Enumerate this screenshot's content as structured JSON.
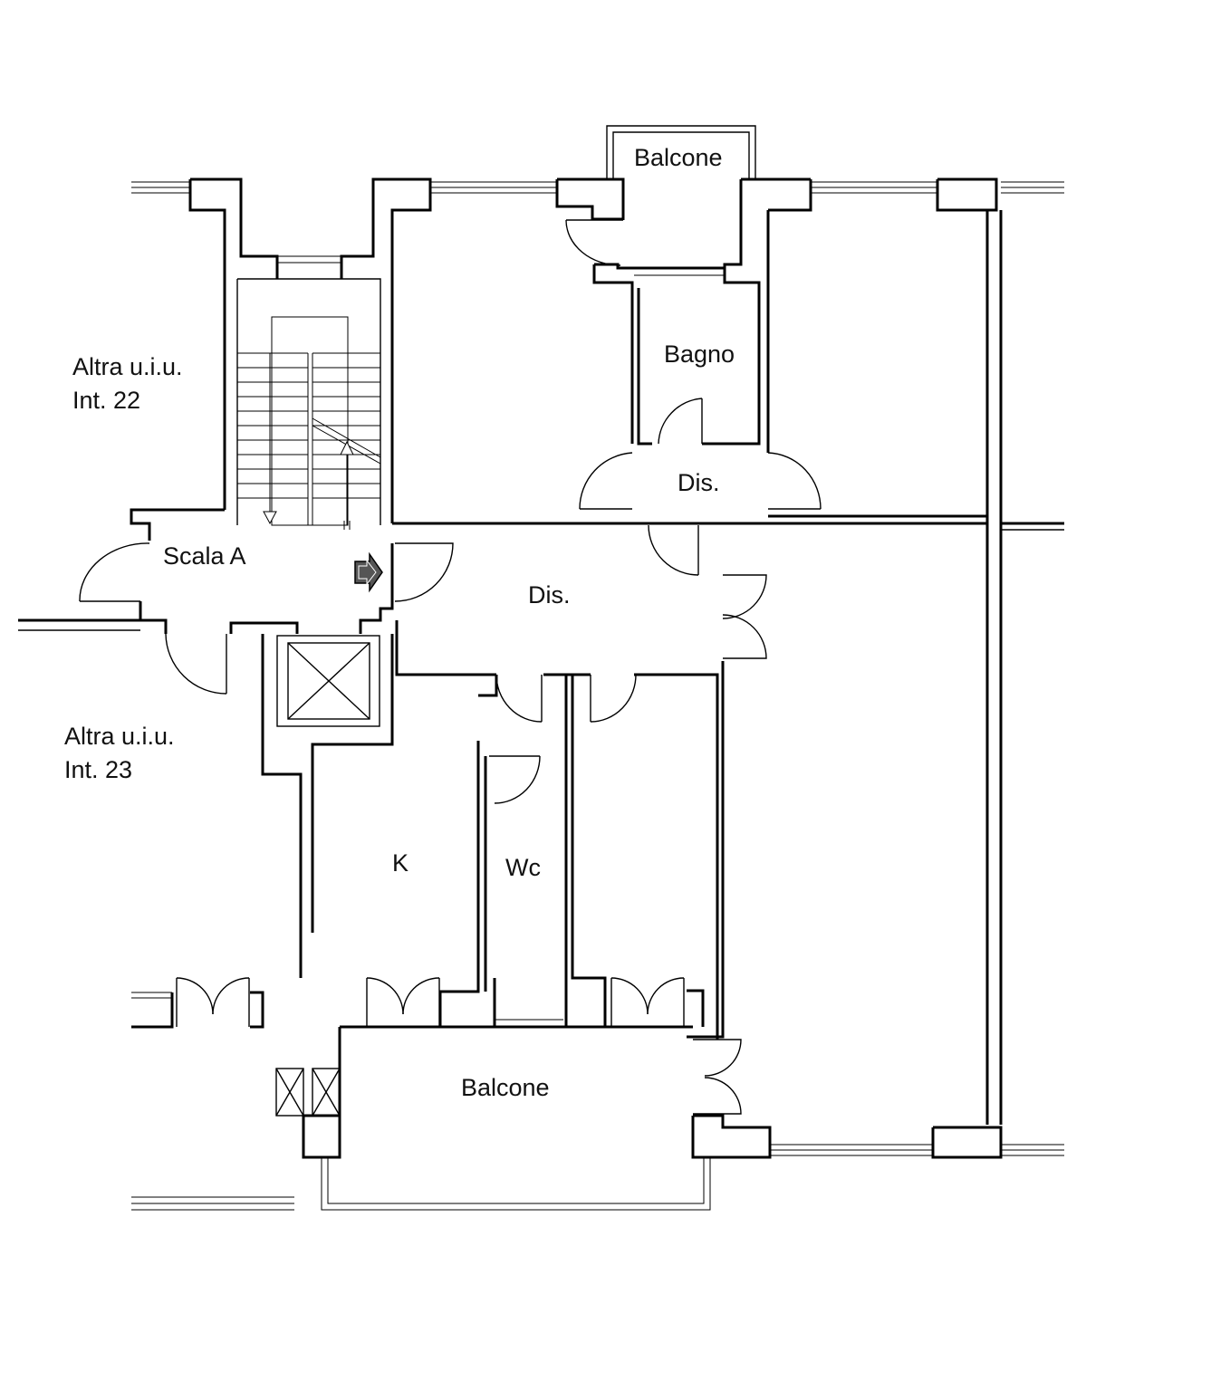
{
  "floor_plan": {
    "rooms": {
      "balcone_top": "Balcone",
      "bagno": "Bagno",
      "dis_upper": "Dis.",
      "dis_main": "Dis.",
      "scala": "Scala A",
      "kitchen": "K",
      "wc": "Wc",
      "balcone_bottom": "Balcone"
    },
    "neighbors": {
      "int22_line1": "Altra u.i.u.",
      "int22_line2": "Int. 22",
      "int23_line1": "Altra u.i.u.",
      "int23_line2": "Int. 23"
    }
  }
}
